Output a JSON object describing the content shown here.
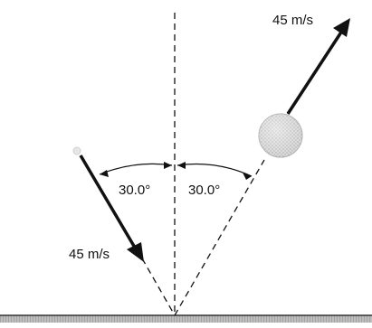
{
  "diagram": {
    "incoming_speed_label": "45 m/s",
    "outgoing_speed_label": "45 m/s",
    "left_angle_label": "30.0°",
    "right_angle_label": "30.0°"
  },
  "colors": {
    "line": "#111111",
    "ground": "#444444",
    "ball": "#c8c8c8"
  }
}
